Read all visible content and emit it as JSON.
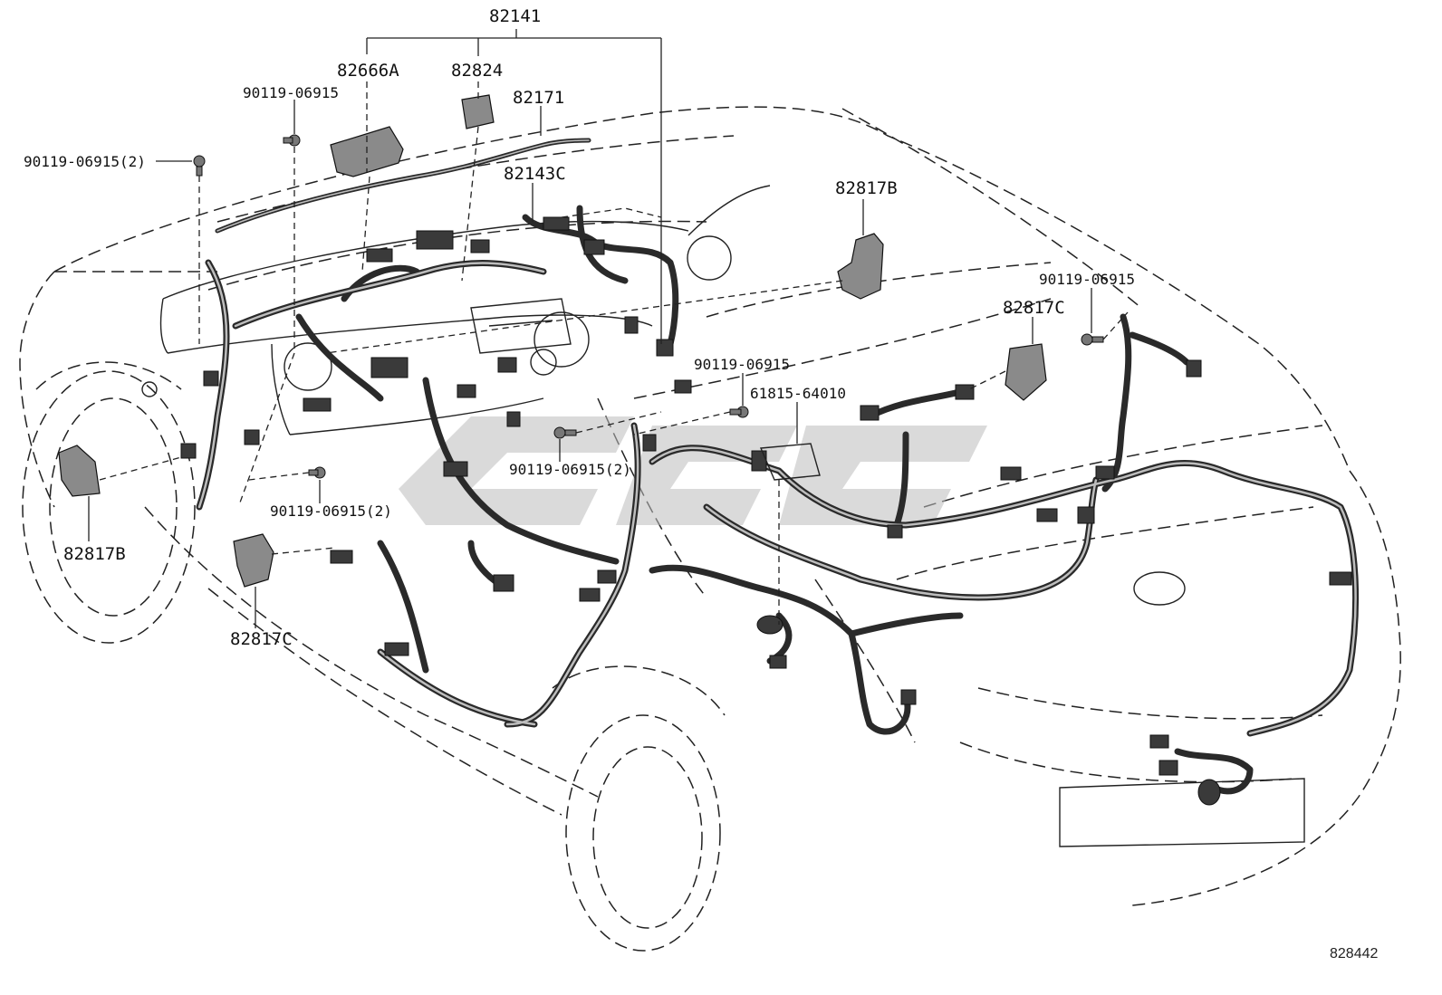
{
  "diagram": {
    "drawing_number": "828442",
    "watermark_colors": {
      "mark": "#c8c8c8"
    },
    "labels": {
      "main_harness": "82141",
      "relay_block": "82666A",
      "relay_box_small": "82824",
      "wire_82171": "82171",
      "wire_82143c": "82143C",
      "clamp_right_upper": "82817B",
      "clamp_right_mid": "82817C",
      "clamp_left_front": "82817B",
      "clamp_left_lower": "82817C",
      "bolt_a": "90119-06915",
      "bolt_b": "90119-06915(2)",
      "bolt_c": "90119-06915",
      "bolt_d": "90119-06915",
      "bolt_e": "90119-06915(2)",
      "bolt_f": "90119-06915(2)",
      "protector": "61815-64010"
    }
  }
}
